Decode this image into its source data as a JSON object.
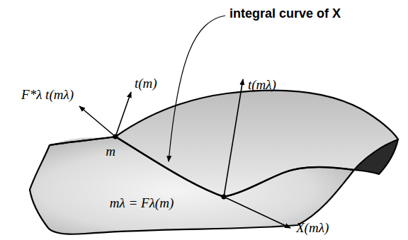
{
  "diagram": {
    "labels": [
      "integral curve of X",
      "F*λ t(mλ)",
      "t(m)",
      "m",
      "mλ = Fλ(m)",
      "t(mλ)",
      "X(mλ)"
    ]
  }
}
